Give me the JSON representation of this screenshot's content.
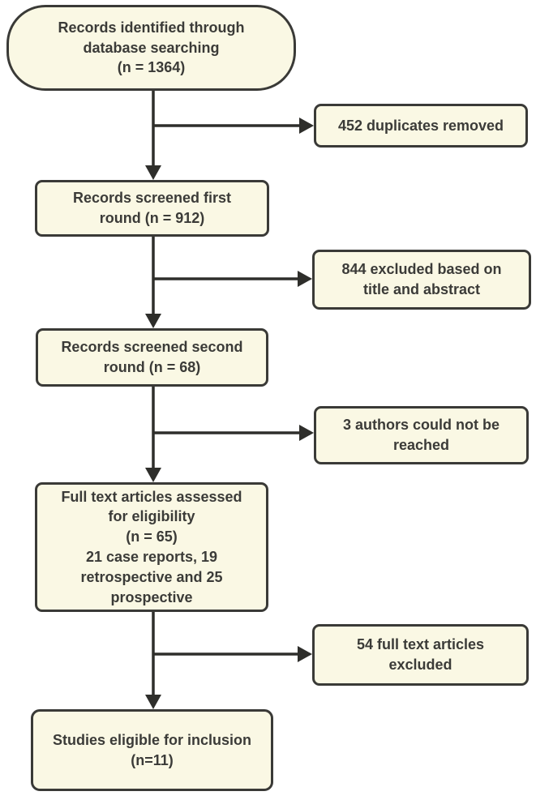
{
  "nodes": {
    "identified": {
      "text": "Records identified through\ndatabase searching\n(n = 1364)"
    },
    "duplicates_removed": {
      "text": "452 duplicates removed"
    },
    "screened_first": {
      "text": "Records screened first\nround (n = 912)"
    },
    "excluded_title": {
      "text": "844 excluded based on\ntitle and abstract"
    },
    "screened_second": {
      "text": "Records screened second\nround (n = 68)"
    },
    "authors_unreached": {
      "text": "3 authors could not be\nreached"
    },
    "fulltext_assessed": {
      "text": "Full text articles assessed\nfor eligibility\n(n = 65)\n21 case reports, 19\nretrospective and 25\nprospective"
    },
    "fulltext_excluded": {
      "text": "54 full text articles\nexcluded"
    },
    "eligible": {
      "text": "Studies eligible for inclusion\n(n=11)"
    }
  },
  "colors": {
    "background": "#ffffff",
    "box_fill": "#faf8e4",
    "box_border": "#3a3a37",
    "arrow": "#2e2e2b",
    "text": "#3b3b38"
  }
}
